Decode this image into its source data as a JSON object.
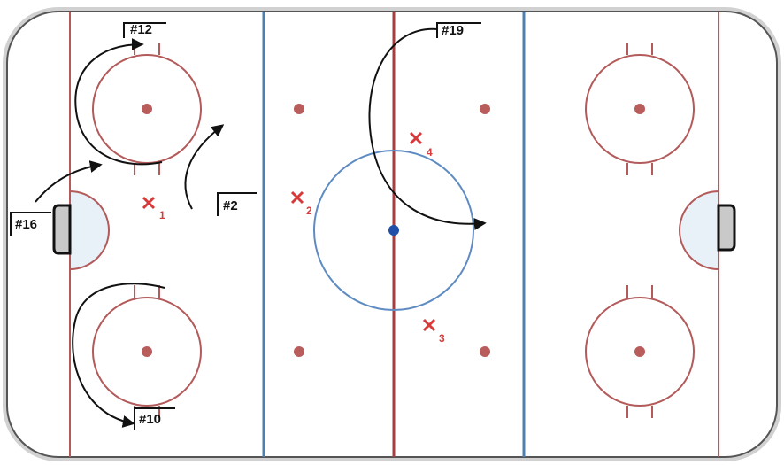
{
  "colors": {
    "rink_line": "#b35a5a",
    "red_line": "#a83e3e",
    "blue_line": "#4e7fae",
    "center_circle": "#5e8cc2",
    "center_dot": "#1f4fa8",
    "faceoff_dot": "#b85c5c",
    "crease_fill": "#e8f1f8",
    "net_fill": "#c9c9c9",
    "defender": "#d63a3a",
    "arrow": "#111111",
    "board": "#555555"
  },
  "players": [
    {
      "id": "p12",
      "label": "#12"
    },
    {
      "id": "p19",
      "label": "#19"
    },
    {
      "id": "p16",
      "label": "#16"
    },
    {
      "id": "p2",
      "label": "#2"
    },
    {
      "id": "p10",
      "label": "#10"
    }
  ],
  "defenders": [
    {
      "id": "x1",
      "sub": "1"
    },
    {
      "id": "x2",
      "sub": "2"
    },
    {
      "id": "x3",
      "sub": "3"
    },
    {
      "id": "x4",
      "sub": "4"
    }
  ]
}
